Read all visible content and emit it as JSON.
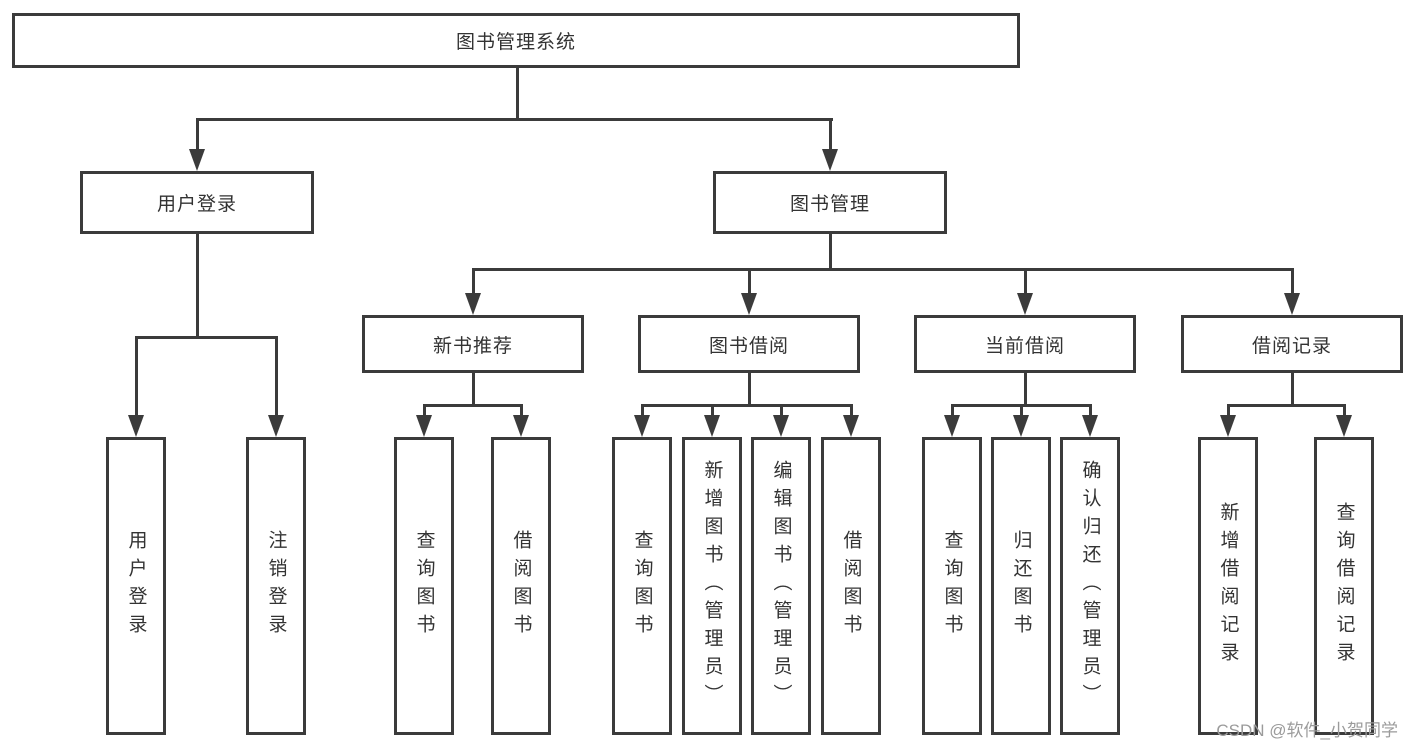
{
  "tree": {
    "root": {
      "label": "图书管理系统",
      "children": [
        {
          "label": "用户登录",
          "children": [
            {
              "label": "用户登录"
            },
            {
              "label": "注销登录"
            }
          ]
        },
        {
          "label": "图书管理",
          "children": [
            {
              "label": "新书推荐",
              "children": [
                {
                  "label": "查询图书"
                },
                {
                  "label": "借阅图书"
                }
              ]
            },
            {
              "label": "图书借阅",
              "children": [
                {
                  "label": "查询图书"
                },
                {
                  "label": "新增图书（管理员）"
                },
                {
                  "label": "编辑图书（管理员）"
                },
                {
                  "label": "借阅图书"
                }
              ]
            },
            {
              "label": "当前借阅",
              "children": [
                {
                  "label": "查询图书"
                },
                {
                  "label": "归还图书"
                },
                {
                  "label": "确认归还（管理员）"
                }
              ]
            },
            {
              "label": "借阅记录",
              "children": [
                {
                  "label": "新增借阅记录"
                },
                {
                  "label": "查询借阅记录"
                }
              ]
            }
          ]
        }
      ]
    }
  },
  "watermark": {
    "text": "CSDN @软件_小贺同学"
  },
  "colors": {
    "line": "#3b3b3b",
    "text": "#333333",
    "watermark": "#9b9b9b",
    "background": "#ffffff"
  }
}
